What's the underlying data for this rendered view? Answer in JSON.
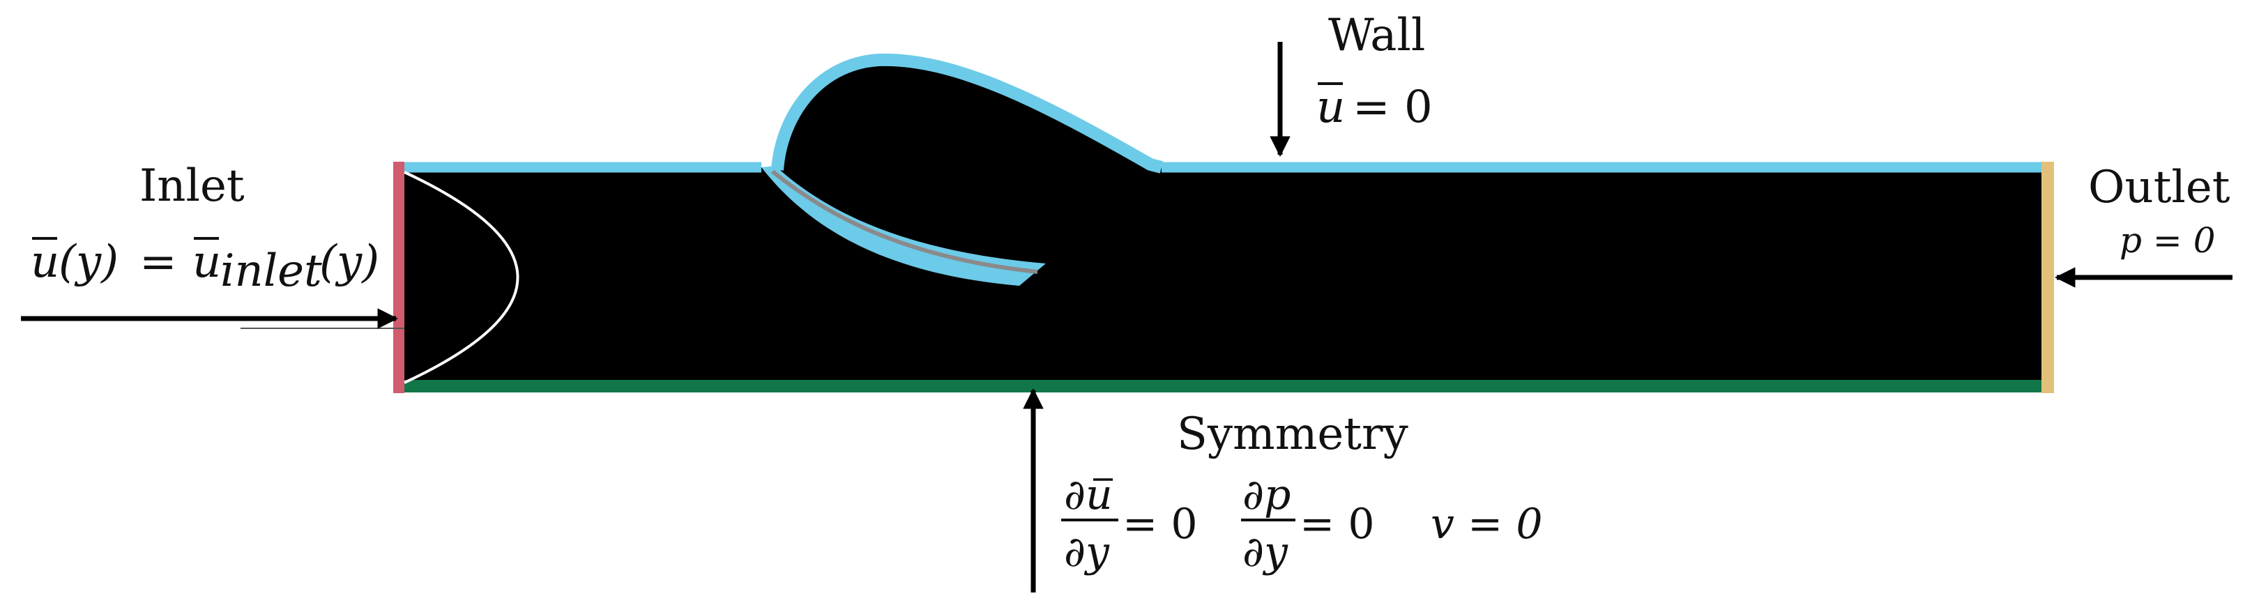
{
  "labels": {
    "wall": "Wall",
    "inlet": "Inlet",
    "outlet": "Outlet",
    "symmetry": "Symmetry"
  },
  "equations": {
    "wall_u": "u",
    "wall_rhs": "= 0",
    "inlet_lhs": "u",
    "inlet_arg": "(y)",
    "inlet_eq": "=",
    "inlet_u": "u",
    "inlet_sub": "inlet",
    "inlet_arg2": "(y)",
    "outlet_p": "p = 0",
    "sym_num1": "∂u",
    "sym_den1": "∂y",
    "sym_rhs1": "= 0",
    "sym_num2": "∂p",
    "sym_den2": "∂y",
    "sym_rhs2": "= 0",
    "sym_v": "v = 0"
  },
  "colors": {
    "fluid": "#000000",
    "wall": "#6CCBE8",
    "inlet": "#D05C6E",
    "outlet": "#E3C07A",
    "symmetry": "#127748",
    "arrow": "#000000",
    "profile": "#ffffff",
    "flap_core": "#8a8a8a"
  }
}
